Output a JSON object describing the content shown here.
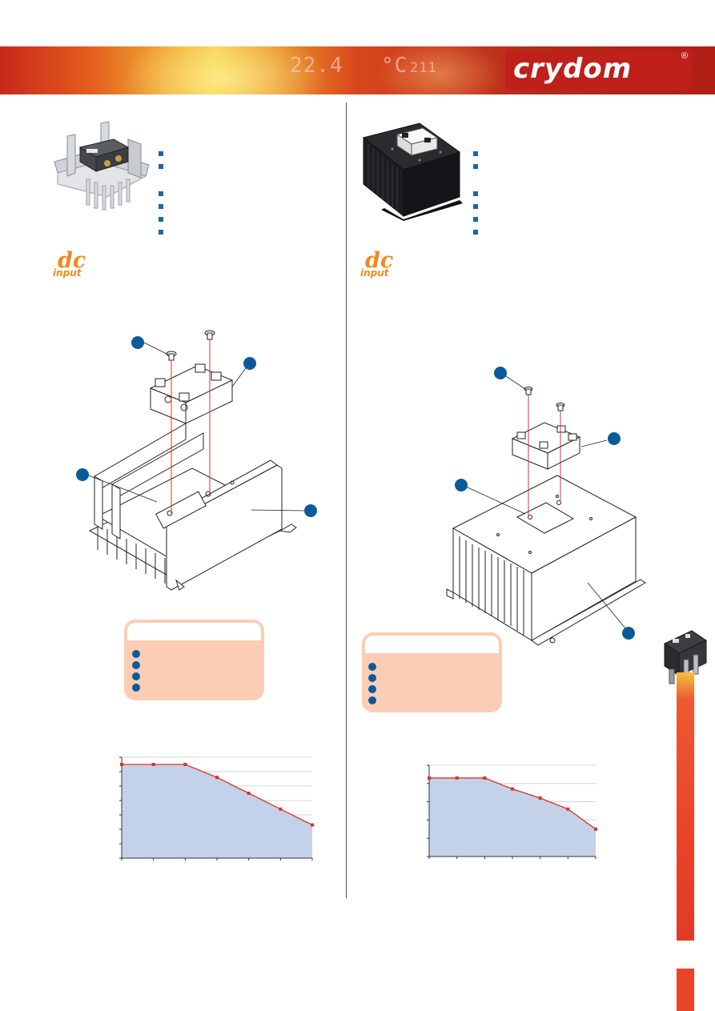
{
  "banner": {
    "readout_left": "22.4",
    "readout_right_unit": "°C",
    "readout_right_value": "211",
    "brand": "crydom",
    "brand_mark": "®"
  },
  "colors": {
    "accent_blue": "#0d5a9a",
    "curve_red": "#e03020",
    "fill_blue": "#bccde6",
    "dc_orange": "#f08a1e",
    "legend_peach": "#fbcdb4"
  },
  "left_panel": {
    "badge_line1": "dc",
    "badge_line2": "input",
    "bullet_count": 6,
    "callout_count": 4,
    "legend_rows": 4
  },
  "right_panel": {
    "badge_line1": "dc",
    "badge_line2": "input",
    "bullet_count": 6,
    "callout_count": 4,
    "legend_rows": 4
  },
  "chart_data": [
    {
      "type": "area",
      "x": [
        0,
        1,
        2,
        3,
        4,
        5,
        6
      ],
      "values": [
        6.5,
        6.5,
        6.5,
        5.6,
        4.5,
        3.4,
        2.3
      ],
      "xlim": [
        0,
        6
      ],
      "ylim": [
        0,
        7
      ],
      "grid": true,
      "xlabel": "",
      "ylabel": ""
    },
    {
      "type": "area",
      "x": [
        0,
        1,
        2,
        3,
        4,
        5,
        6
      ],
      "values": [
        4.3,
        4.3,
        4.3,
        3.7,
        3.2,
        2.6,
        1.5
      ],
      "xlim": [
        0,
        6
      ],
      "ylim": [
        0,
        5
      ],
      "grid": true,
      "xlabel": "",
      "ylabel": ""
    }
  ]
}
